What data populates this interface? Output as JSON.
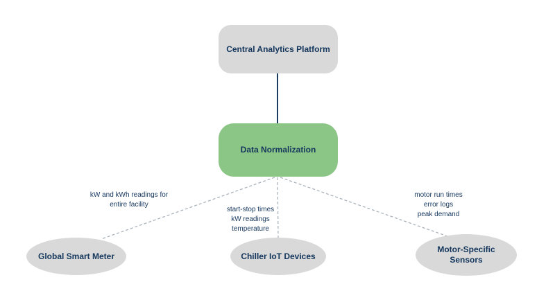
{
  "diagram": {
    "title": "IoT data flow diagram",
    "root": {
      "label": "Central Analytics Platform"
    },
    "middle": {
      "label": "Data Normalization"
    },
    "leaves": [
      {
        "label": "Global Smart Meter"
      },
      {
        "label": "Chiller IoT Devices"
      },
      {
        "label": "Motor-Specific\nSensors"
      }
    ],
    "edge_labels": [
      {
        "text": "kW and kWh readings for\nentire facility"
      },
      {
        "text": "start-stop times\nkW readings\ntemperature"
      },
      {
        "text": "motor run times\nerror logs\npeak demand"
      }
    ],
    "colors": {
      "node_gray": "#d9d9d9",
      "node_green": "#8cc687",
      "text_navy": "#14365c",
      "solid_edge": "#1d3a5f",
      "dashed_edge": "#a9b2ba"
    }
  }
}
